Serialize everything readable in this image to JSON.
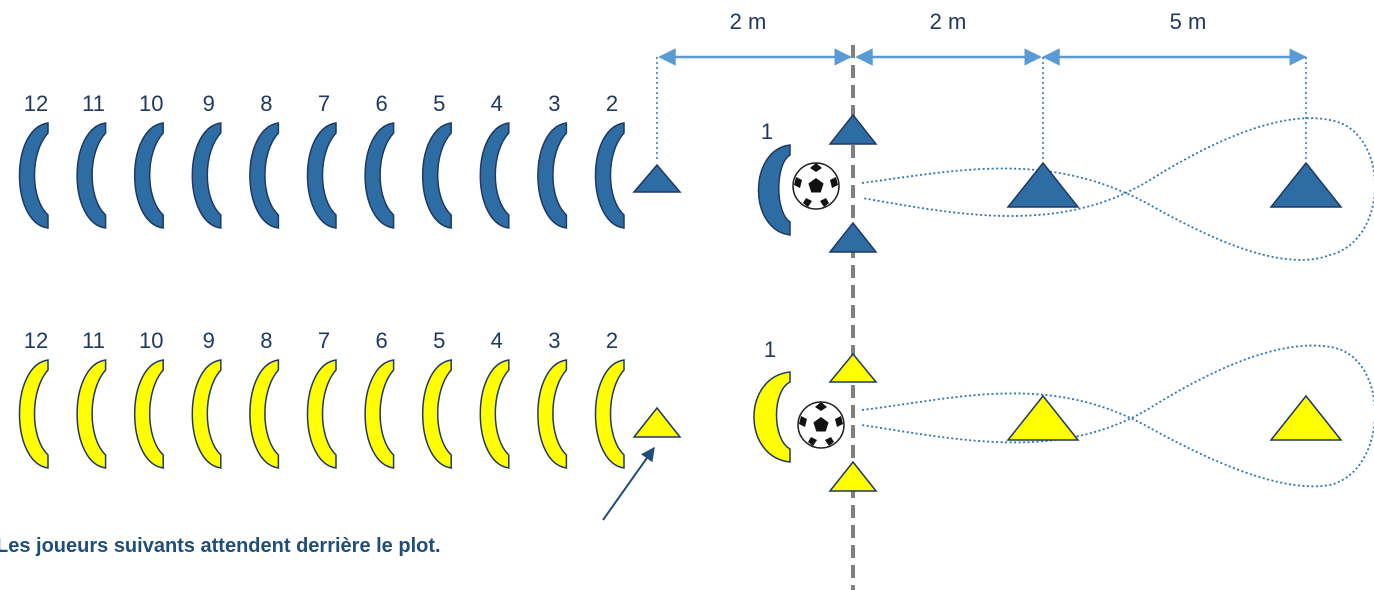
{
  "colors": {
    "blue_team": "#2e6da4",
    "yellow_team": "#ffff00",
    "outline": "#1f3864",
    "arrow": "#5b9bd5",
    "path": "#2e75b6",
    "center_line": "#808080",
    "number_text": "#1f3864",
    "caption_text": "#1f4e79"
  },
  "distances": {
    "first": "2 m",
    "second": "2 m",
    "third": "5 m"
  },
  "blue_row": {
    "queue_numbers": [
      "12",
      "11",
      "10",
      "9",
      "8",
      "7",
      "6",
      "5",
      "4",
      "3",
      "2"
    ],
    "active_number": "1"
  },
  "yellow_row": {
    "queue_numbers": [
      "12",
      "11",
      "10",
      "9",
      "8",
      "7",
      "6",
      "5",
      "4",
      "3",
      "2"
    ],
    "active_number": "1"
  },
  "caption": {
    "text": "Les joueurs suivants attendent derrière le plot."
  },
  "icons": {
    "player": "player-arc-icon",
    "cone": "cone-triangle-icon",
    "ball": "soccer-ball-icon"
  }
}
